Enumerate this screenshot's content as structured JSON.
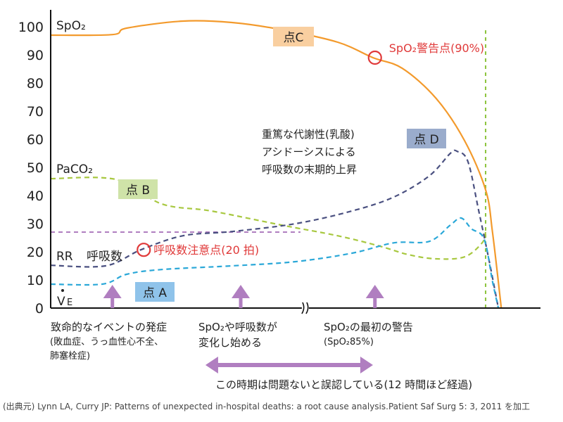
{
  "chart_data": {
    "type": "line",
    "title": "",
    "xlabel": "",
    "ylabel": "",
    "xlim": [
      0,
      100
    ],
    "ylim": [
      0,
      105
    ],
    "y_ticks": [
      "0",
      "10",
      "20",
      "30",
      "40",
      "50",
      "60",
      "70",
      "80",
      "90",
      "100"
    ],
    "grid": false,
    "series": [
      {
        "name": "SpO₂",
        "style": "solid",
        "color": "#f39a2c",
        "x": [
          0,
          12.6,
          15.5,
          27,
          37,
          47,
          58.6,
          65.8,
          71.8,
          78.7,
          84.5,
          88.8,
          90.2,
          92
        ],
        "y": [
          97,
          97.2,
          99.5,
          102,
          101.5,
          99,
          94.5,
          89,
          85.2,
          74.5,
          59.5,
          42,
          27,
          0
        ]
      },
      {
        "name": "PaCO₂",
        "style": "dashed",
        "color": "#a8c840",
        "x": [
          0,
          13.4,
          22.7,
          32.8,
          47.1,
          58.6,
          67.2,
          73,
          78.7,
          84.5,
          88.1,
          88.8
        ],
        "y": [
          46,
          45.7,
          37,
          34.5,
          29.5,
          25.7,
          22,
          19,
          17.5,
          18.2,
          23.2,
          27
        ]
      },
      {
        "name": "RR",
        "style": "dashed",
        "color": "#4a5080",
        "x": [
          0,
          11.2,
          18.4,
          27,
          37,
          50,
          61.5,
          70.1,
          77.3,
          81.6,
          83,
          85.2,
          87.4,
          89.5,
          91.4
        ],
        "y": [
          15.2,
          15,
          20.7,
          25.7,
          27.2,
          30,
          34.5,
          39.5,
          47,
          55,
          55.7,
          52,
          34.5,
          17,
          0
        ]
      },
      {
        "name": "V̇E",
        "style": "dashed",
        "color": "#2ba8d8",
        "x": [
          0,
          10.5,
          15.5,
          22.7,
          37,
          50,
          61.5,
          70.1,
          77.3,
          81.6,
          83.8,
          85.9,
          88.5,
          90.2,
          91.4
        ],
        "y": [
          8.5,
          8.5,
          12,
          13.7,
          15,
          16.5,
          19.5,
          23.2,
          23.7,
          29.5,
          32,
          28.2,
          24.5,
          9.5,
          0
        ]
      }
    ],
    "reference_lines": [
      {
        "name": "rr-threshold",
        "color": "#b07ec0",
        "y": 27,
        "x_from": 0,
        "x_to": 51
      },
      {
        "name": "terminal-event",
        "color": "#8cc43c",
        "x": 88.8,
        "y_from": 0,
        "y_to": 99
      }
    ],
    "series_labels": {
      "spo2": "SpO₂",
      "paco2": "PaCO₂",
      "rr": "RR",
      "rr_jp": "呼吸数",
      "ve_main": "V",
      "ve_sub": "E"
    },
    "points": [
      {
        "id": "A",
        "label": "点 A",
        "color": "#8fc3ea"
      },
      {
        "id": "B",
        "label": "点 B",
        "color": "#cfe3a8"
      },
      {
        "id": "C",
        "label": "点C",
        "color": "#f9cfa0"
      },
      {
        "id": "D",
        "label": "点 D",
        "color": "#9aaccc"
      }
    ],
    "markers": [
      {
        "label": "呼吸数注意点(20 拍)",
        "x": 19,
        "y": 20.7,
        "color": "#e03a3a"
      },
      {
        "label": "SpO₂警告点(90%)",
        "x": 66.2,
        "y": 89,
        "color": "#e03a3a"
      }
    ],
    "annotation_d": [
      "重篤な代謝性(乳酸)",
      "アシドーシスによる",
      "呼吸数の末期的上昇"
    ],
    "event_arrows": [
      {
        "x": 12.6,
        "lines": [
          "致命的なイベントの発症"
        ],
        "sub": [
          "(敗血症、うっ血性心不全、",
          "肺塞栓症)"
        ]
      },
      {
        "x": 38.8,
        "lines": [
          "SpO₂や呼吸数が",
          "変化し始める"
        ],
        "sub": []
      },
      {
        "x": 66.2,
        "lines": [
          "SpO₂の最初の警告"
        ],
        "sub": [
          "(SpO₂85%)"
        ]
      }
    ],
    "axis_break_x": 52,
    "period": {
      "from": 31.6,
      "to": 65.8,
      "label": "この時期は問題ないと誤認している(12 時間ほど経過)",
      "color": "#b07ec0"
    },
    "source": "(出典元) Lynn LA, Curry JP: Patterns of unexpected in-hospital deaths: a root cause analysis.Patient Saf Surg 5: 3, 2011 を加工"
  }
}
